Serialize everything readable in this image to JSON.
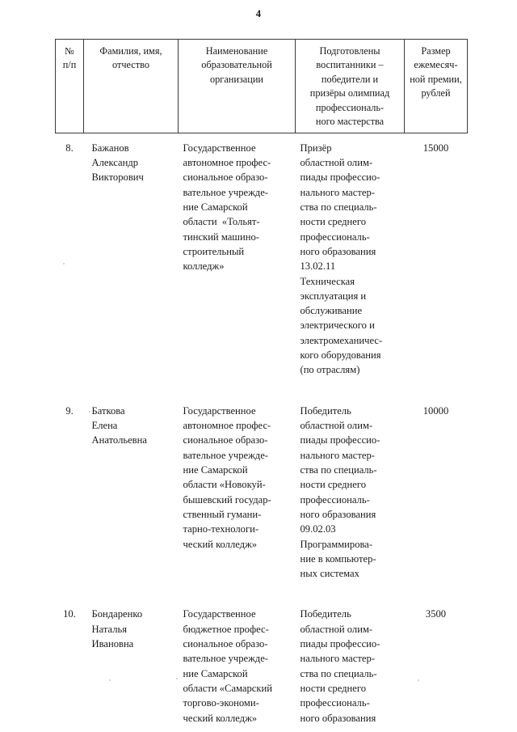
{
  "page": {
    "number": "4"
  },
  "table": {
    "headers": [
      {
        "id": "num",
        "lines": [
          "№",
          "п/п"
        ]
      },
      {
        "id": "name",
        "lines": [
          "Фамилия, имя,",
          "отчество"
        ]
      },
      {
        "id": "org",
        "lines": [
          "Наименование",
          "образовательной",
          "организации"
        ]
      },
      {
        "id": "achievement",
        "lines": [
          "Подготовлены",
          "воспитанники –",
          "победители и",
          "призёры олимпиад",
          "профессиональ-",
          "ного мастерства"
        ]
      },
      {
        "id": "amount",
        "lines": [
          "Размер",
          "ежемесяч-",
          "ной премии,",
          "рублей"
        ]
      }
    ],
    "rows": [
      {
        "num": "8.",
        "name_lines": [
          "Бажанов",
          "Александр",
          "Викторович"
        ],
        "org_lines": [
          "Государственное",
          "автономное профес-",
          "сиональное образо-",
          "вательное учрежде-",
          "ние Самарской",
          "области  «Тольят-",
          "тинский машино-",
          "строительный",
          "колледж»"
        ],
        "achievement_lines": [
          "Призёр",
          "областной олим-",
          "пиады профессио-",
          "нального мастер-",
          "ства по специаль-",
          "ности среднего",
          "профессиональ-",
          "ного образования",
          "13.02.11",
          "Техническая",
          "эксплуатация и",
          "обслуживание",
          "электрического и",
          "электромеханичес-",
          "кого оборудования",
          "(по отраслям)"
        ],
        "amount": "15000"
      },
      {
        "num": "9.",
        "name_lines": [
          "Баткова",
          "Елена",
          "Анатольевна"
        ],
        "org_lines": [
          "Государственное",
          "автономное профес-",
          "сиональное образо-",
          "вательное учрежде-",
          "ние Самарской",
          "области «Новокуй-",
          "бышевский государ-",
          "ственный гумани-",
          "тарно-технологи-",
          "ческий колледж»"
        ],
        "achievement_lines": [
          "Победитель",
          "областной олим-",
          "пиады профессио-",
          "нального мастер-",
          "ства по специаль-",
          "ности среднего",
          "профессиональ-",
          "ного образования",
          "09.02.03",
          "Программирова-",
          "ние в компьютер-",
          "ных системах"
        ],
        "amount": "10000"
      },
      {
        "num": "10.",
        "name_lines": [
          "Бондаренко",
          "Наталья",
          "Ивановна"
        ],
        "org_lines": [
          "Государственное",
          "бюджетное профес-",
          "сиональное образо-",
          "вательное учрежде-",
          "ние Самарской",
          "области «Самарский",
          "торгово-экономи-",
          "ческий колледж»"
        ],
        "achievement_lines": [
          "Победитель",
          "областной олим-",
          "пиады профессио-",
          "нального мастер-",
          "ства по специаль-",
          "ности среднего",
          "профессиональ-",
          "ного образования"
        ],
        "amount": "3500"
      }
    ]
  }
}
